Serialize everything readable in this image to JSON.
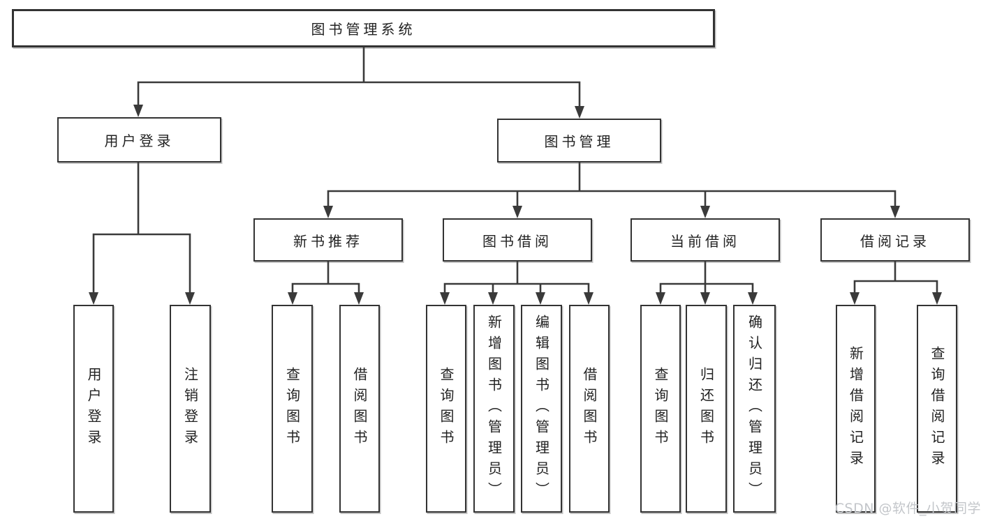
{
  "root": {
    "label": "图书管理系统"
  },
  "level2": [
    {
      "label": "用户登录"
    },
    {
      "label": "图书管理"
    }
  ],
  "level3": [
    {
      "label": "新书推荐"
    },
    {
      "label": "图书借阅"
    },
    {
      "label": "当前借阅"
    },
    {
      "label": "借阅记录"
    }
  ],
  "leaves": [
    {
      "label": "用户登录"
    },
    {
      "label": "注销登录"
    },
    {
      "label": "查询图书"
    },
    {
      "label": "借阅图书"
    },
    {
      "label": "查询图书"
    },
    {
      "label": "新增图书（管理员）"
    },
    {
      "label": "编辑图书（管理员）"
    },
    {
      "label": "借阅图书"
    },
    {
      "label": "查询图书"
    },
    {
      "label": "归还图书"
    },
    {
      "label": "确认归还（管理员）"
    },
    {
      "label": "新增借阅记录"
    },
    {
      "label": "查询借阅记录"
    }
  ],
  "watermark": {
    "text": "CSDN @软件_小贺同学"
  },
  "colors": {
    "line": "#3a3a3a",
    "box_border": "#333333",
    "text": "#222222",
    "watermark": "#c3c6ca",
    "background": "#ffffff"
  }
}
